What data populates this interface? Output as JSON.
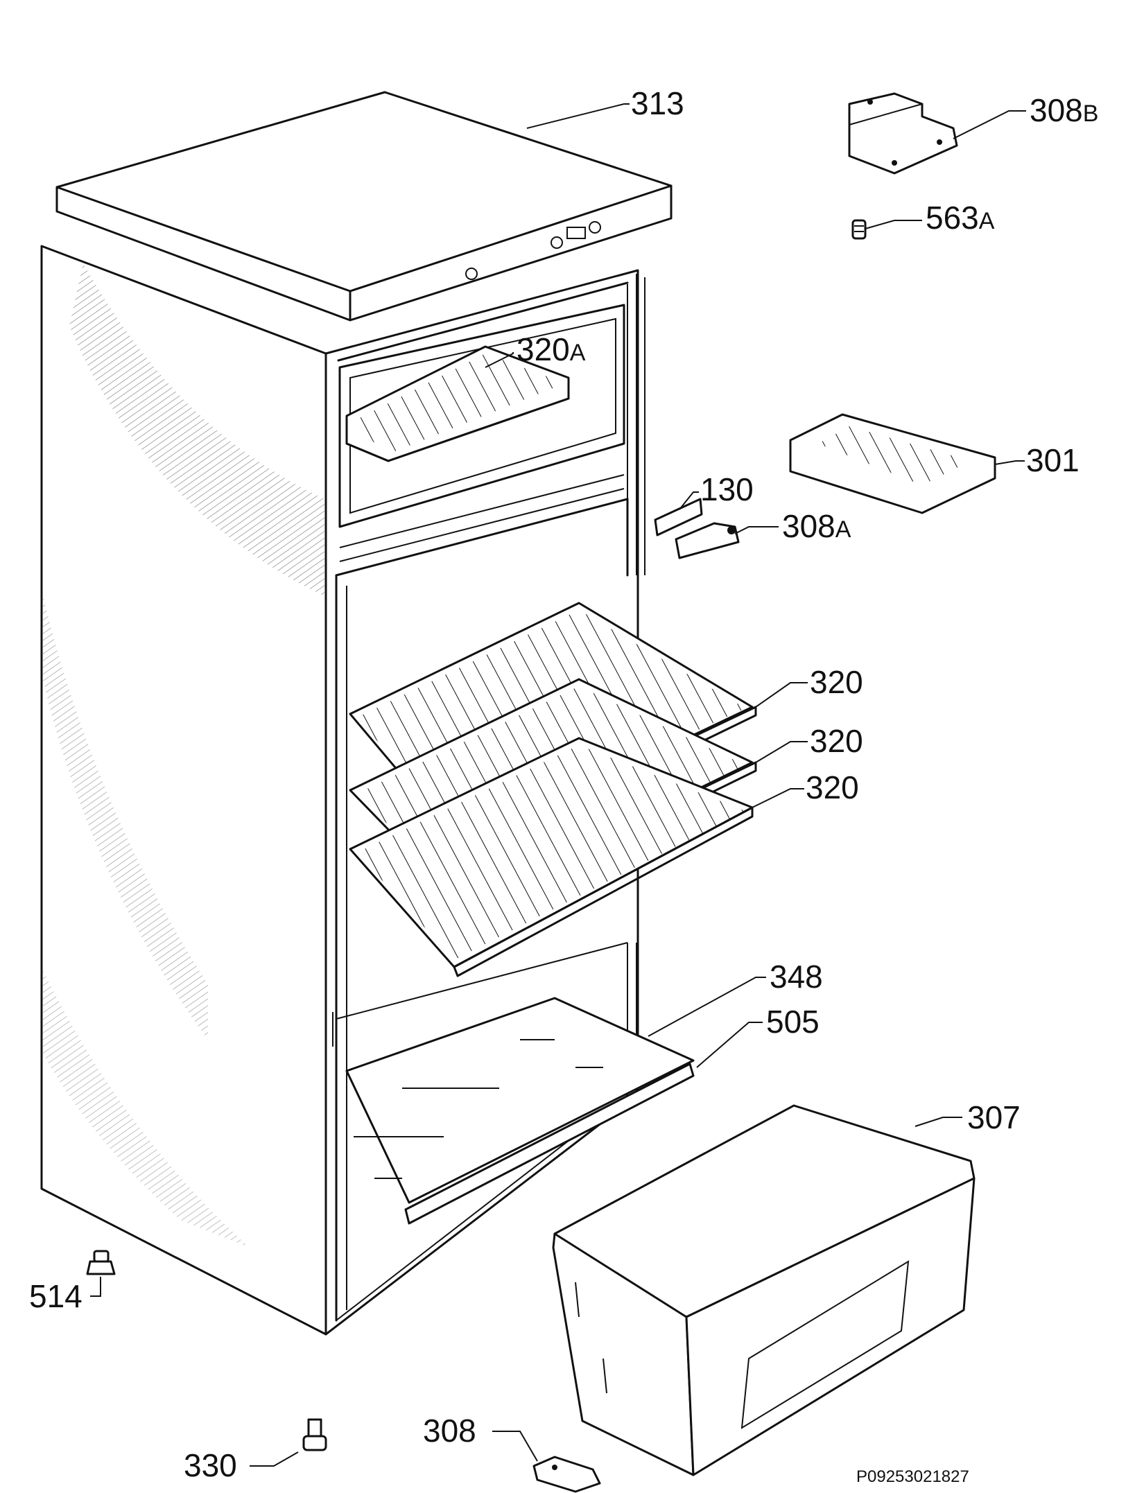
{
  "labels": {
    "p313": "313",
    "p308B": "308",
    "p308B_sfx": "B",
    "p563A": "563",
    "p563A_sfx": "A",
    "p320A": "320",
    "p320A_sfx": "A",
    "p301": "301",
    "p130": "130",
    "p308A": "308",
    "p308A_sfx": "A",
    "p320_1": "320",
    "p320_2": "320",
    "p320_3": "320",
    "p348": "348",
    "p505": "505",
    "p307": "307",
    "p514": "514",
    "p330": "330",
    "p308": "308"
  },
  "document_id": "P09253021827"
}
